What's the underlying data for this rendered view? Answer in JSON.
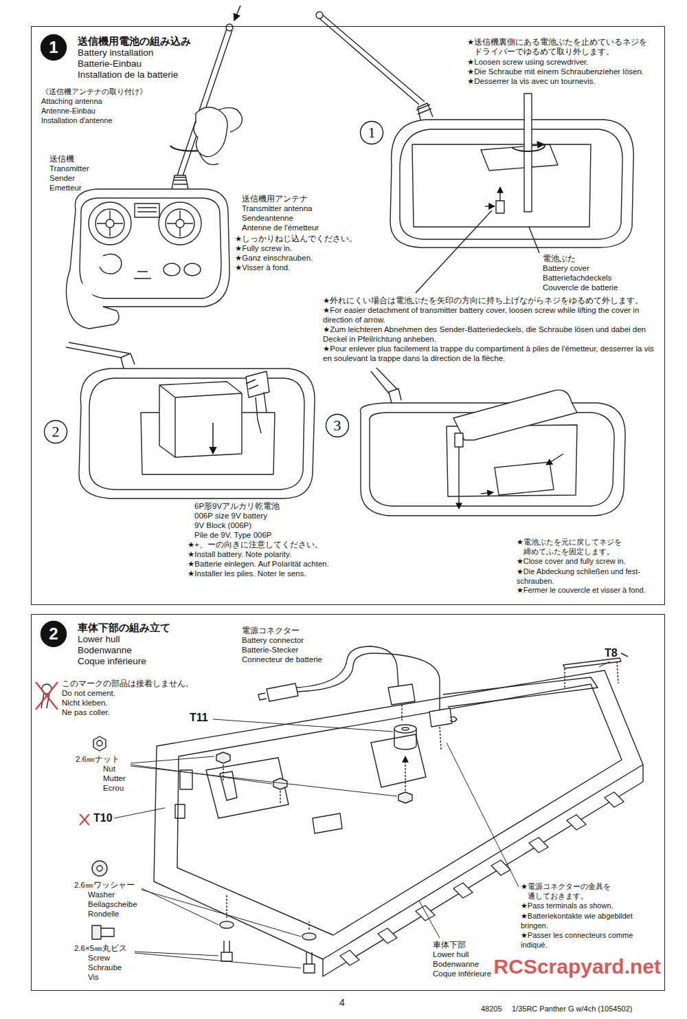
{
  "diagram": {
    "nodes": [
      {
        "text": [
          "送信機用電池の組み込み",
          "Battery installation",
          "Batterie-Einbau",
          "Installation de la batterie"
        ]
      },
      {
        "text": [
          "1"
        ],
        "in": 0
      },
      {
        "text": [
          "1"
        ],
        "in": 0
      },
      {
        "text": [
          "2"
        ],
        "in": 0
      },
      {
        "text": [
          "3"
        ],
        "in": 0
      },
      {
        "text": [
          "車体下部の組み立て",
          "Lower hull",
          "Bodenwanne",
          "Coque inférieure"
        ]
      },
      {
        "text": [
          "2"
        ],
        "in": 5
      }
    ],
    "labels": [
      "《送信機アンテナの取り付け》",
      "Attaching antenna",
      "Antenne-Einbau",
      "Installation d'antenne",
      "送信機",
      "Transmitter",
      "Sender",
      "Emetteur",
      "送信機用アンテナ",
      "Transmitter antenna",
      "Sendeantenne",
      "Antenne de l'émetteur",
      "★しっかりねじ込んでください。",
      "★Fully screw in.",
      "★Ganz einschrauben.",
      "★Visser à fond.",
      "★送信機裏側にある電池ぶたを止めているネジを",
      "ドライバーでゆるめて取り外します。",
      "★Loosen screw using screwdriver.",
      "★Die Schraube mit einem Schraubenzieher lösen.",
      "★Desserrer la vis avec un tournevis.",
      "電池ぶた",
      "Battery cover",
      "Batteriefachdeckels",
      "Couvercle de batterie",
      "★外れにくい場合は電池ぶたを矢印の方向に持ち上げながらネジをゆるめて外します。",
      "★For easier detachment of transmitter battery cover, loosen screw while lifting the cover in direction of arrow.",
      "★Zum leichteren Abnehmen des Sender-Batteriedeckels, die Schraube lösen und dabei den Deckel in Pfeilrichtung anheben.",
      "★Pour enlever plus facilement la trappe du compartiment à piles de l'émetteur, desserrer la vis en soulevant la trappe dans la direction de la flèche.",
      "6P形9Vアルカリ乾電池",
      "006P size 9V battery",
      "9V Block (006P)",
      "Pile de 9V. Type 006P",
      "★+、ーの向きに注意してください。",
      "★Install battery. Note polarity.",
      "★Batterie einlegen. Auf Polarität achten.",
      "★Installer les piles. Noter le sens.",
      "★電池ぶたを元に戻してネジを",
      "締めてふたを固定します。",
      "★Close cover and fully screw in.",
      "★Die Abdeckung schließen und fest- schrauben.",
      "★Fermer le couvercle et visser à fond.",
      "このマークの部品は接着しません。",
      "Do not cement.",
      "Nicht kleben.",
      "Ne pas coller.",
      "電源コネクター",
      "Battery connector",
      "Batterie-Stecker",
      "Connecteur de batterie",
      "T8",
      "T11",
      "T10",
      "2.6㎜ナット",
      "Nut",
      "Mutter",
      "Ecrou",
      "2.6㎜ワッシャー",
      "Washer",
      "Beilagscheibe",
      "Rondelle",
      "2.6×5㎜丸ビス",
      "Screw",
      "Schraube",
      "Vis",
      "★電源コネクターの金具を",
      "通しておきます。",
      "★Pass terminals as shown.",
      "★Batteriekontakte wie abgebildet bringen.",
      "★Passer les connecteurs comme indiqué.",
      "車体下部",
      "Lower hull",
      "Bodenwanne",
      "Coque inférieure",
      "RCScrapyard.net",
      "4",
      "48205",
      "1/35RC Panther G w/4ch (1054502)"
    ]
  }
}
